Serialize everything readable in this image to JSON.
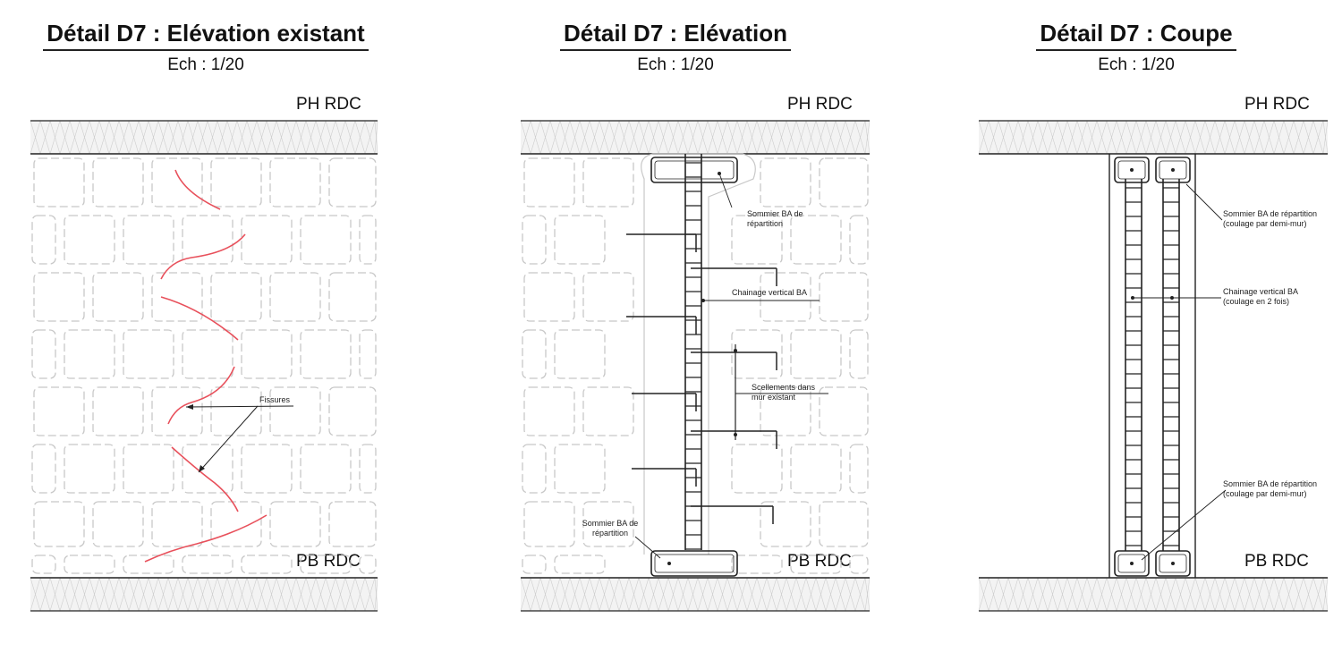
{
  "panels": [
    {
      "title": "Détail D7 : Elévation existant",
      "scale": "Ech : 1/20",
      "top_level": "PH RDC",
      "bottom_level": "PB RDC",
      "labels": {
        "cracks": "Fissures"
      }
    },
    {
      "title": "Détail D7 : Elévation",
      "scale": "Ech : 1/20",
      "top_level": "PH RDC",
      "bottom_level": "PB RDC",
      "labels": {
        "beam_top": "Sommier BA de répartition",
        "chaining": "Chainage vertical BA",
        "anchors": "Scellements dans mur existant",
        "beam_bottom": "Sommier BA de répartition"
      }
    },
    {
      "title": "Détail D7 : Coupe",
      "scale": "Ech : 1/20",
      "top_level": "PH RDC",
      "bottom_level": "PB RDC",
      "labels": {
        "beam_top": "Sommier BA de répartition (coulage par demi-mur)",
        "chaining": "Chainage vertical BA (coulage en 2 fois)",
        "beam_bottom": "Sommier BA de répartition (coulage par demi-mur)"
      }
    }
  ],
  "colors": {
    "crack": "#e8505b",
    "line": "#222222",
    "stone": "#c8c8c8",
    "hatch": "#cfcfcf"
  }
}
